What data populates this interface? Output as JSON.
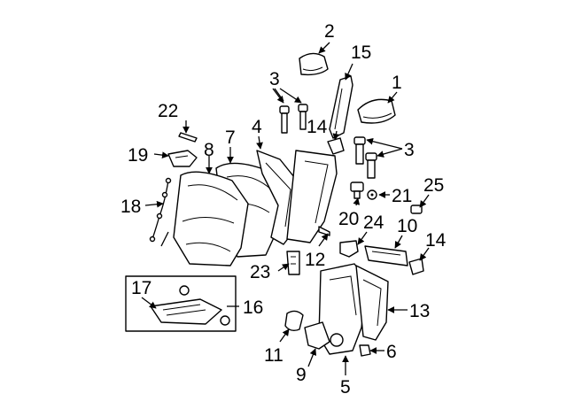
{
  "labels": {
    "l1": "1",
    "l2": "2",
    "l3a": "3",
    "l3b": "3",
    "l4": "4",
    "l5": "5",
    "l6": "6",
    "l7": "7",
    "l8": "8",
    "l9": "9",
    "l10": "10",
    "l11": "11",
    "l12": "12",
    "l13": "13",
    "l14a": "14",
    "l14b": "14",
    "l15": "15",
    "l16": "16",
    "l17": "17",
    "l18": "18",
    "l19": "19",
    "l20": "20",
    "l21": "21",
    "l22": "22",
    "l23": "23",
    "l24": "24",
    "l25": "25"
  }
}
